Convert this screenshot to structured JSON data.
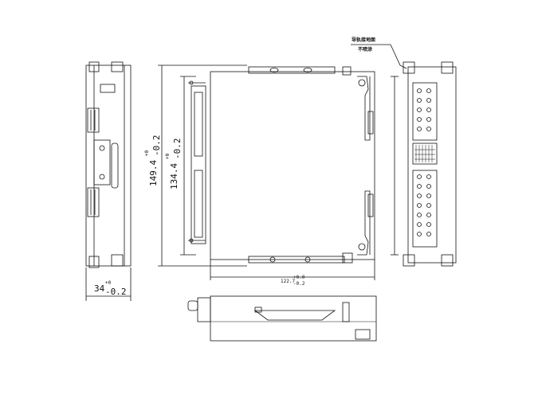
{
  "dimensions": {
    "width_main": "34",
    "width_tol_upper": "+0",
    "width_tol_lower": "-0.2",
    "height_outer": "149.4",
    "height_outer_tol_upper": "+0",
    "height_outer_tol_lower": "-0.2",
    "height_inner": "134.4",
    "height_inner_tol_upper": "+0",
    "height_inner_tol_lower": "-0.2",
    "depth": "122.7",
    "depth_tol_upper": "+0.0",
    "depth_tol_lower": "-0.2"
  },
  "note": {
    "line1": "导轨接地面",
    "line2": "不喷涂"
  }
}
